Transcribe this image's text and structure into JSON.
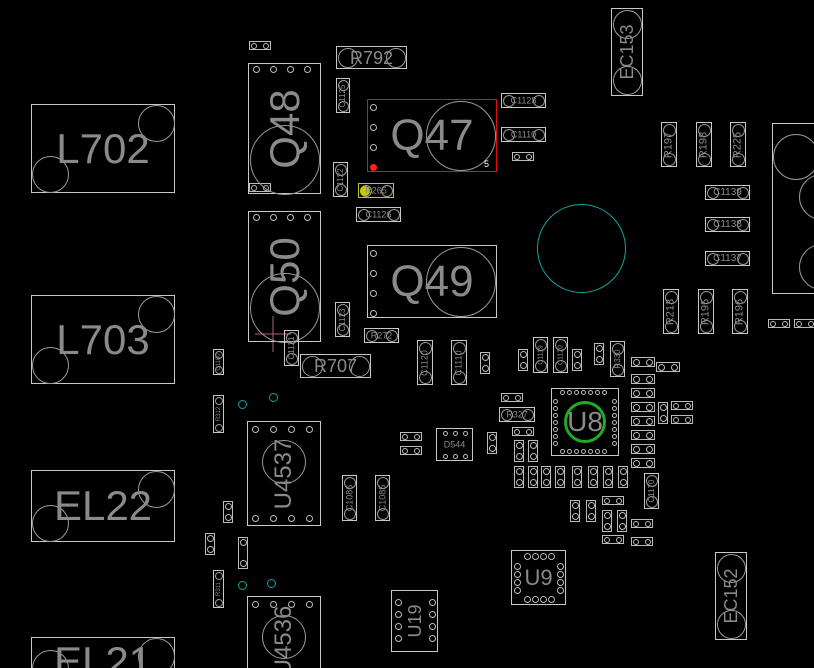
{
  "view": {
    "title": "PCB board view"
  },
  "selected": {
    "designator": "Q47",
    "pin_label": "5"
  },
  "highlighted": "R265",
  "colors": {
    "outline": "#c8c8c8",
    "selected": "#e01010",
    "highlight": "#c8c800",
    "net": "#1aa0a0",
    "ground": "#22aa22"
  },
  "components": [
    {
      "id": "L702",
      "label": "L702"
    },
    {
      "id": "L703",
      "label": "L703"
    },
    {
      "id": "EL22",
      "label": "EL22"
    },
    {
      "id": "EL21",
      "label": "EL21"
    },
    {
      "id": "Q48",
      "label": "Q48"
    },
    {
      "id": "Q50",
      "label": "Q50"
    },
    {
      "id": "Q47",
      "label": "Q47"
    },
    {
      "id": "Q49",
      "label": "Q49"
    },
    {
      "id": "R792",
      "label": "R792"
    },
    {
      "id": "EC153",
      "label": "EC153"
    },
    {
      "id": "EC152",
      "label": "EC152"
    },
    {
      "id": "U4537",
      "label": "U4537"
    },
    {
      "id": "U4536",
      "label": "U4536"
    },
    {
      "id": "U8",
      "label": "U8"
    },
    {
      "id": "U9",
      "label": "U9"
    },
    {
      "id": "U19",
      "label": "U19"
    },
    {
      "id": "R707",
      "label": "R707"
    },
    {
      "id": "R272",
      "label": "R272"
    },
    {
      "id": "R265",
      "label": "R265"
    },
    {
      "id": "C1126",
      "label": "C1126"
    },
    {
      "id": "C1128",
      "label": "C1128"
    },
    {
      "id": "C1111",
      "label": "C1110"
    },
    {
      "id": "C1125",
      "label": "C1125"
    },
    {
      "id": "C1122",
      "label": "C1122"
    },
    {
      "id": "C1123",
      "label": "C1123"
    },
    {
      "id": "C1121",
      "label": "C1121"
    },
    {
      "id": "R197",
      "label": "R197"
    },
    {
      "id": "R198",
      "label": "R198"
    },
    {
      "id": "R225",
      "label": "R225"
    },
    {
      "id": "C1139",
      "label": "C1139"
    },
    {
      "id": "C1138",
      "label": "C1138"
    },
    {
      "id": "C1137",
      "label": "C1137"
    },
    {
      "id": "R213",
      "label": "R213"
    },
    {
      "id": "R195",
      "label": "R195"
    },
    {
      "id": "R196",
      "label": "R196"
    },
    {
      "id": "C1120",
      "label": "C1120"
    },
    {
      "id": "C1110",
      "label": "C1110"
    },
    {
      "id": "C1086",
      "label": "C1086"
    },
    {
      "id": "C1085",
      "label": "C1085"
    },
    {
      "id": "D544",
      "label": "D544"
    },
    {
      "id": "R327",
      "label": "R327"
    },
    {
      "id": "C1119",
      "label": "C1119"
    },
    {
      "id": "C1120b",
      "label": "C1120"
    },
    {
      "id": "R330",
      "label": "R330"
    },
    {
      "id": "C1170",
      "label": "C1170"
    },
    {
      "id": "R312",
      "label": "R312"
    },
    {
      "id": "R311",
      "label": "R311"
    },
    {
      "id": "C1180",
      "label": "C1180"
    }
  ]
}
